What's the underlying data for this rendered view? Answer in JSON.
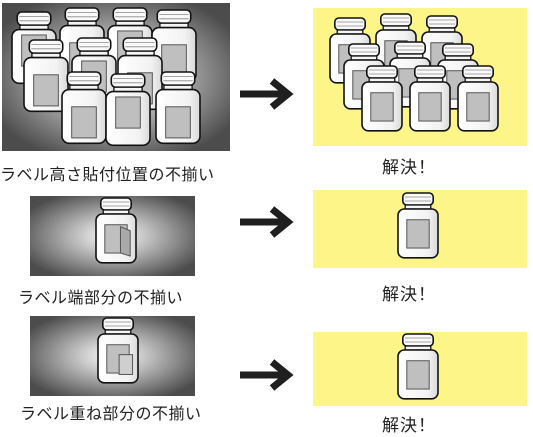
{
  "rows": [
    {
      "problem": "ラベル高さ貼付位置の不揃い",
      "result": "解決！",
      "bottles_before": 10,
      "bottles_after": 9
    },
    {
      "problem": "ラベル端部分の不揃い",
      "result": "解決！",
      "bottles_before": 1,
      "bottles_after": 1
    },
    {
      "problem": "ラベル重ね部分の不揃い",
      "result": "解決！",
      "bottles_before": 1,
      "bottles_after": 1
    }
  ],
  "colors": {
    "solved_panel": "#fdf588",
    "problem_shadow": "#5a5a5a",
    "arrow": "#1f1f1f",
    "label_patch": "#bfbfbf"
  },
  "icons": [
    "bottle-icon",
    "arrow-right-icon"
  ]
}
